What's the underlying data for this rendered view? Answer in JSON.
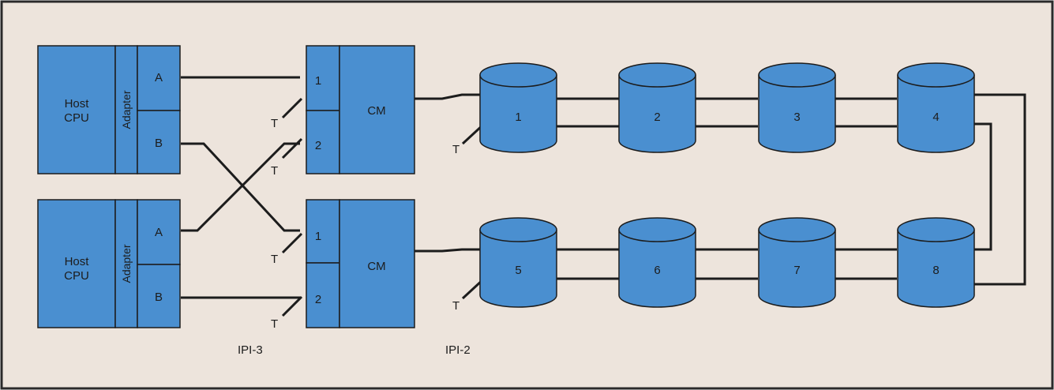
{
  "colors": {
    "background": "#ede4dc",
    "border": "#2a2a2a",
    "fill": "#4a8fd0",
    "stroke": "#1c1c1c",
    "wire": "#1c1c1c",
    "text": "#1c1c1c"
  },
  "hosts": [
    {
      "cpu_line1": "Host",
      "cpu_line2": "CPU",
      "adapter_label": "Adapter",
      "port_a": "A",
      "port_b": "B"
    },
    {
      "cpu_line1": "Host",
      "cpu_line2": "CPU",
      "adapter_label": "Adapter",
      "port_a": "A",
      "port_b": "B"
    }
  ],
  "controllers": [
    {
      "label": "CM",
      "port1": "1",
      "port2": "2",
      "t1": "T",
      "t2": "T"
    },
    {
      "label": "CM",
      "port1": "1",
      "port2": "2",
      "t1": "T",
      "t2": "T"
    }
  ],
  "drives": {
    "top_row": [
      "1",
      "2",
      "3",
      "4"
    ],
    "bottom_row": [
      "5",
      "6",
      "7",
      "8"
    ],
    "top_terminator": "T",
    "bottom_terminator": "T"
  },
  "interface_labels": {
    "ipi3": "IPI-3",
    "ipi2": "IPI-2"
  }
}
